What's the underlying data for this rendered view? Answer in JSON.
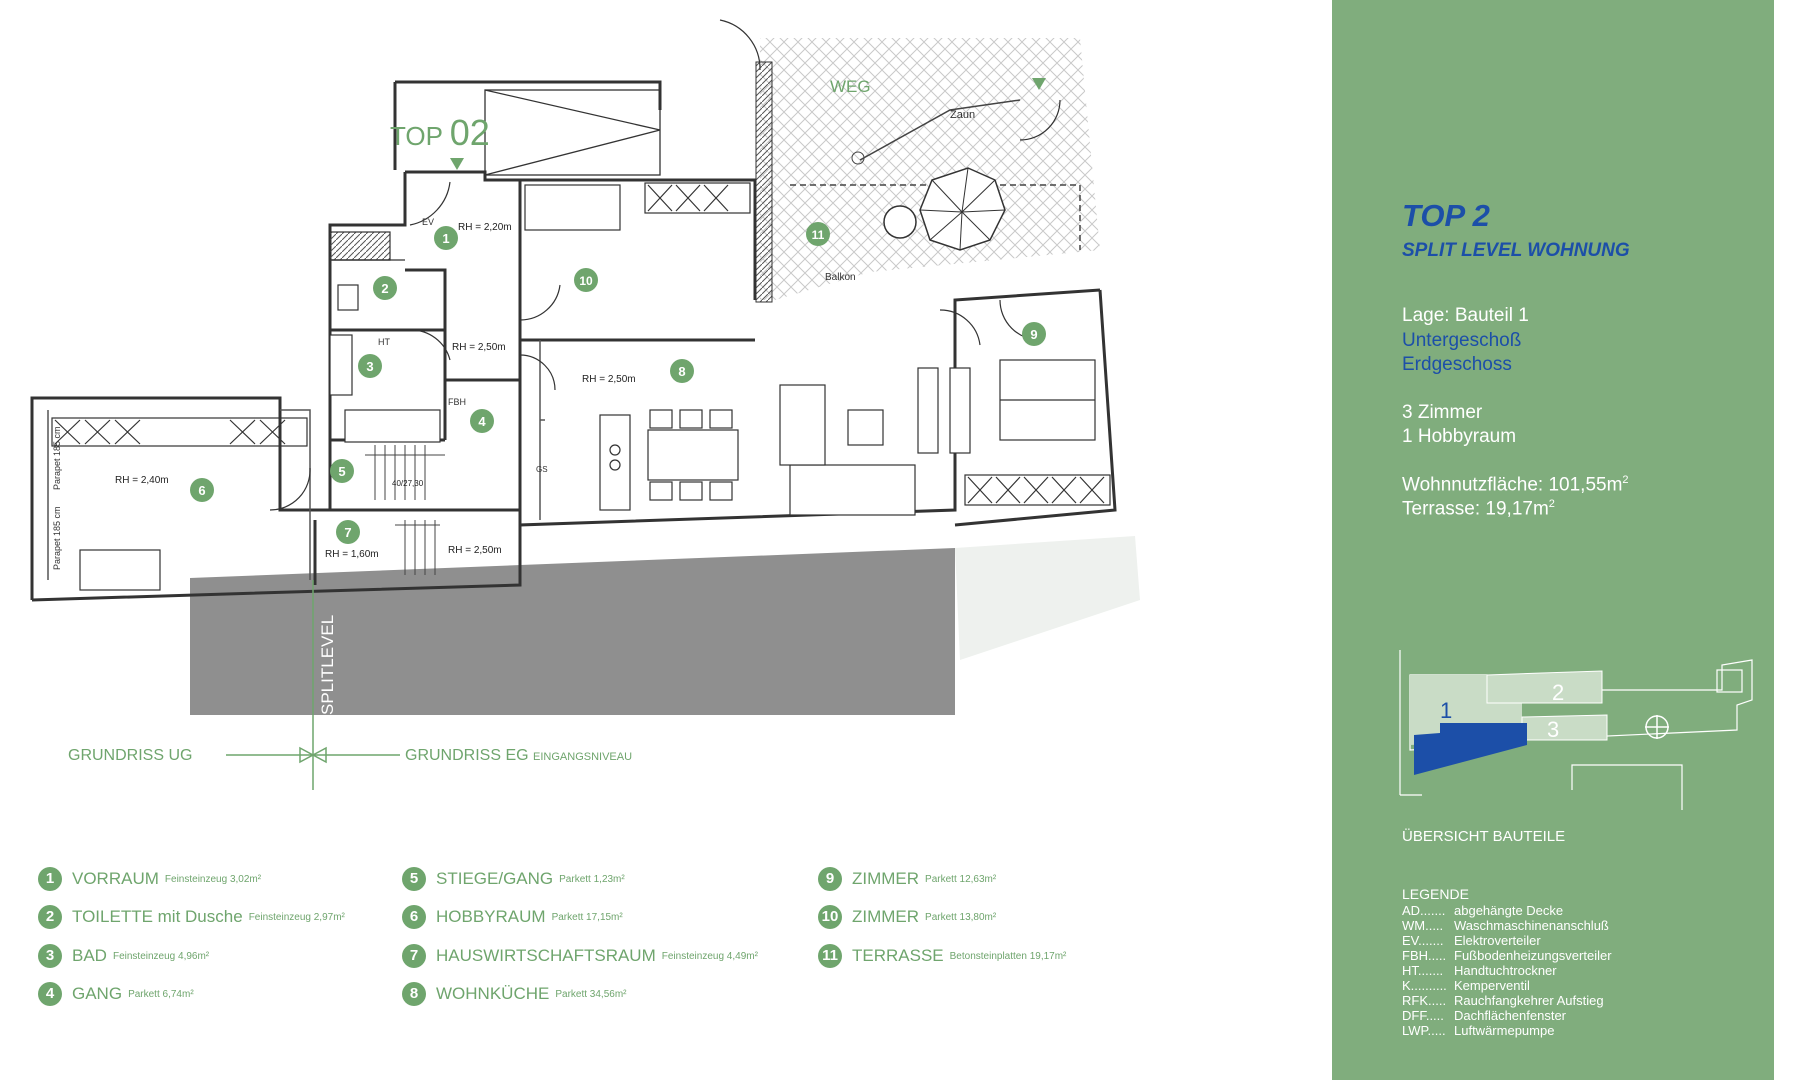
{
  "plan": {
    "top_prefix": "TOP",
    "top_number": "02",
    "weg": "WEG",
    "zaun": "Zaun",
    "balkon": "Balkon",
    "splitlevel": "SPLITLEVEL",
    "grundriss_ug": "GRUNDRISS UG",
    "grundriss_eg": "GRUNDRISS EG",
    "eingangsniveau": "EINGANGSNIVEAU",
    "ev": "EV",
    "ht": "HT",
    "fbh": "FBH",
    "gs": "GS",
    "parapet_1": "Parapet 185 cm",
    "parapet_2": "Parapet 185 cm",
    "rh": {
      "r1": "RH = 2,20m",
      "r3": "RH = 2,50m",
      "r8": "RH = 2,50m",
      "r6": "RH = 2,40m",
      "r7": "RH = 1,60m",
      "r7b": "RH = 2,50m"
    },
    "stair_label": "40/27,30"
  },
  "rooms": [
    {
      "num": "1",
      "name": "VORRAUM",
      "detail": "Feinsteinzeug 3,02m²"
    },
    {
      "num": "2",
      "name": "TOILETTE mit Dusche",
      "detail": "Feinsteinzeug 2,97m²"
    },
    {
      "num": "3",
      "name": "BAD",
      "detail": "Feinsteinzeug 4,96m²"
    },
    {
      "num": "4",
      "name": "GANG",
      "detail": "Parkett 6,74m²"
    },
    {
      "num": "5",
      "name": "STIEGE/GANG",
      "detail": "Parkett 1,23m²"
    },
    {
      "num": "6",
      "name": "HOBBYRAUM",
      "detail": "Parkett 17,15m²"
    },
    {
      "num": "7",
      "name": "HAUSWIRTSCHAFTSRAUM",
      "detail": "Feinsteinzeug 4,49m²"
    },
    {
      "num": "8",
      "name": "WOHNKÜCHE",
      "detail": "Parkett 34,56m²"
    },
    {
      "num": "9",
      "name": "ZIMMER",
      "detail": "Parkett 12,63m²"
    },
    {
      "num": "10",
      "name": "ZIMMER",
      "detail": "Parkett 13,80m²"
    },
    {
      "num": "11",
      "name": "TERRASSE",
      "detail": "Betonsteinplatten 19,17m²"
    }
  ],
  "sidebar": {
    "title": "TOP 2",
    "subtitle": "SPLIT LEVEL WOHNUNG",
    "lage_label": "Lage:  Bauteil 1",
    "floor1": "Untergeschoß",
    "floor2": "Erdgeschoss",
    "zimmer": "3 Zimmer",
    "hobby": "1 Hobbyraum",
    "wohn_label": "Wohnnutzfläche: 101,55m",
    "terrasse_label": "Terrasse: 19,17m",
    "sup": "2",
    "overview_title": "ÜBERSICHT BAUTEILE",
    "bauteile": [
      "1",
      "2",
      "3"
    ],
    "legend_title": "LEGENDE",
    "legend": [
      {
        "key": "AD.......",
        "text": "abgehängte Decke"
      },
      {
        "key": "WM.....",
        "text": "Waschmaschinenanschluß"
      },
      {
        "key": "EV.......",
        "text": "Elektroverteiler"
      },
      {
        "key": "FBH.....",
        "text": "Fußbodenheizungsverteiler"
      },
      {
        "key": "HT.......",
        "text": "Handtuchtrockner"
      },
      {
        "key": "K..........",
        "text": "Kemperventil"
      },
      {
        "key": "RFK.....",
        "text": "Rauchfangkehrer Aufstieg"
      },
      {
        "key": "DFF.....",
        "text": "Dachflächenfenster"
      },
      {
        "key": "LWP.....",
        "text": "Luftwärmepumpe"
      }
    ]
  },
  "colors": {
    "green_text": "#6fa56d",
    "sidebar_bg": "#80ad7d",
    "blue": "#1c4fa8"
  }
}
